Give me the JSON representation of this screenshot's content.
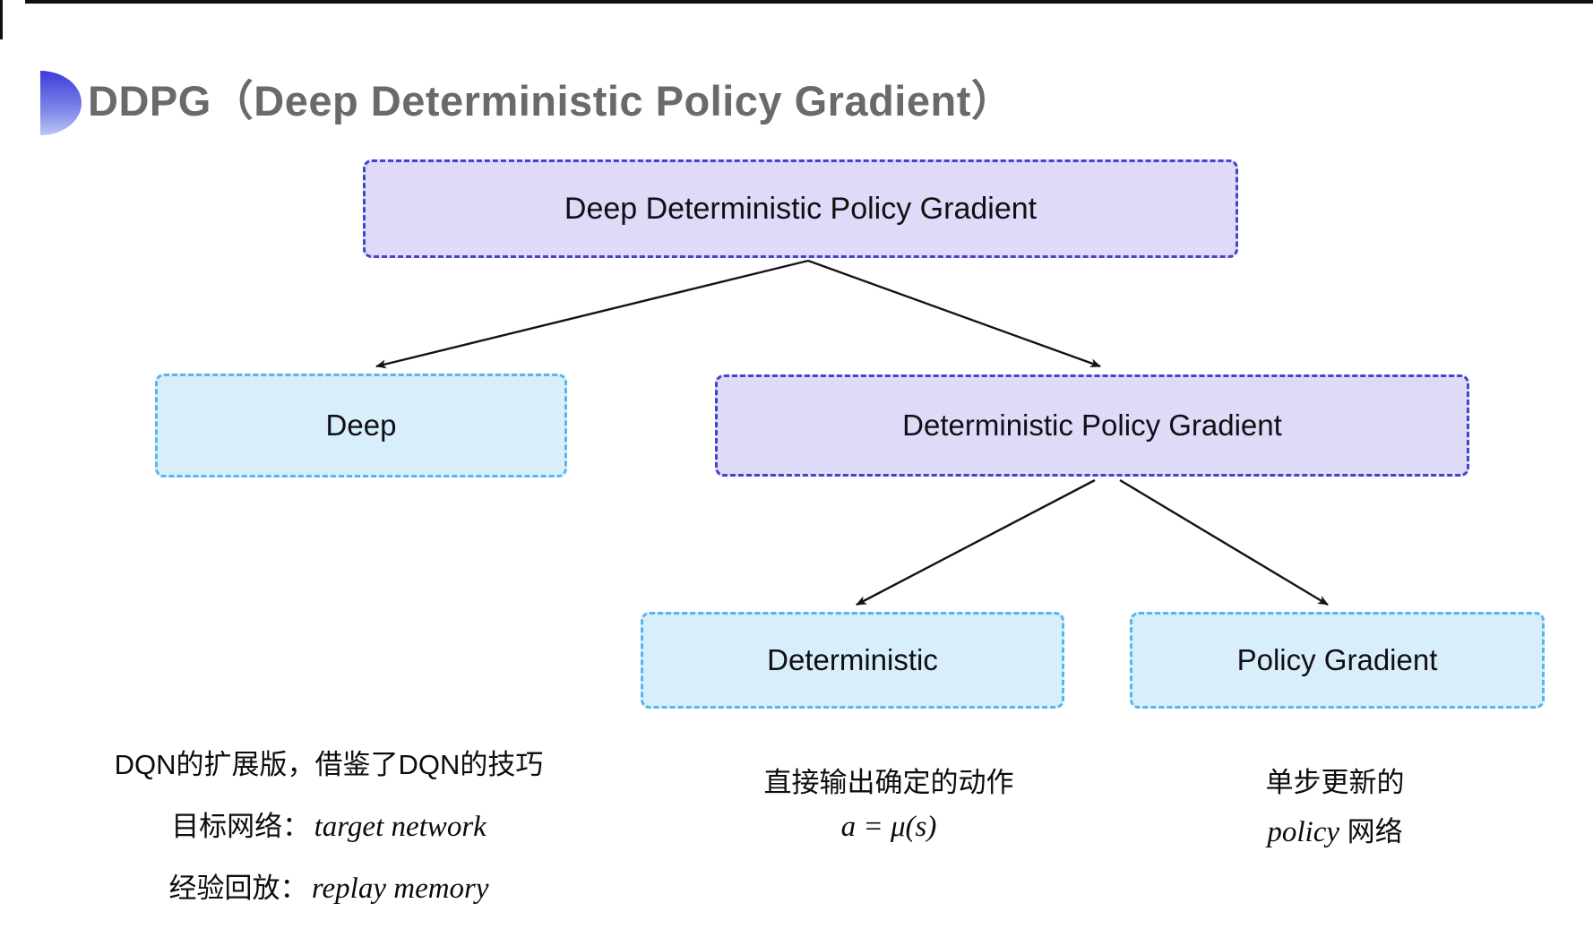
{
  "title": {
    "text": "DDPG（Deep Deterministic Policy Gradient）",
    "color": "#6a6a6a"
  },
  "icons": {
    "title_bullet": "half-circle-gradient-bullet"
  },
  "colors": {
    "purple_fill": "#dedaf8",
    "purple_border": "#4443cb",
    "cyan_fill": "#d9eefb",
    "cyan_border": "#55b6e9",
    "arrow": "#141414",
    "title_gray": "#6a6a6a",
    "bullet_blue_top": "#3c3cda",
    "bullet_blue_bottom": "#bcc5f4"
  },
  "tree": {
    "root": {
      "label": "Deep Deterministic Policy Gradient"
    },
    "level1": [
      {
        "label": "Deep"
      },
      {
        "label": "Deterministic Policy Gradient"
      }
    ],
    "level2": [
      {
        "label": "Deterministic"
      },
      {
        "label": "Policy Gradient"
      }
    ]
  },
  "notes": {
    "left": {
      "line1": "DQN的扩展版，借鉴了DQN的技巧",
      "line2_cn": "目标网络：",
      "line2_en": "target network",
      "line3_cn": "经验回放：",
      "line3_en": "replay memory"
    },
    "middle": {
      "line1": "直接输出确定的动作",
      "line2": "a = μ(s)"
    },
    "right": {
      "line1": "单步更新的",
      "line2_en": "policy",
      "line2_cn": "网络"
    }
  }
}
